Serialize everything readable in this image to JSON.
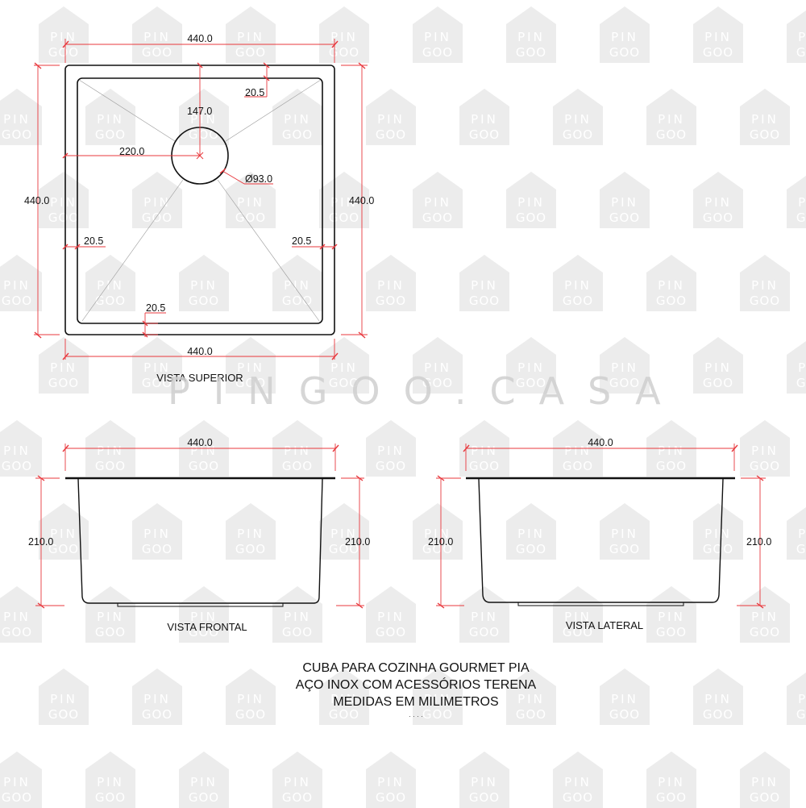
{
  "watermark": {
    "tile_line1": "PIN",
    "tile_line2": "GOO",
    "banner": "PINGOO.CASA",
    "color": "#ececec"
  },
  "colors": {
    "outline": "#111111",
    "dimension": "#e8383d",
    "guide": "#9a9a9a"
  },
  "top_view": {
    "title": "VISTA SUPERIOR",
    "width_top": "440.0",
    "width_bottom": "440.0",
    "height_left": "440.0",
    "height_right": "440.0",
    "drain_from_top": "147.0",
    "drain_from_left": "220.0",
    "drain_diameter": "Ø93.0",
    "rim_top": "20.5",
    "rim_left": "20.5",
    "rim_right": "20.5",
    "rim_bottom": "20.5"
  },
  "front_view": {
    "title": "VISTA FRONTAL",
    "width": "440.0",
    "height_left": "210.0",
    "height_right": "210.0"
  },
  "side_view": {
    "title": "VISTA LATERAL",
    "width": "440.0",
    "height_left": "210.0",
    "height_right": "210.0"
  },
  "caption": {
    "line1": "CUBA PARA COZINHA GOURMET PIA",
    "line2": "AÇO INOX COM ACESSÓRIOS TERENA",
    "line3": "MEDIDAS EM MILIMETROS",
    "line4": ". . . ."
  }
}
